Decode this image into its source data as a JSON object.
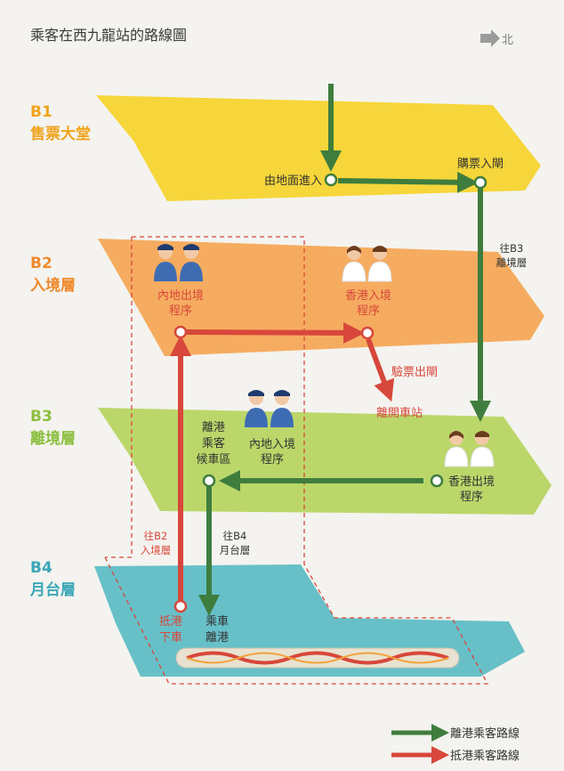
{
  "title": "乘客在西九龍站的路線圖",
  "north": {
    "label": "北"
  },
  "colors": {
    "b1": "#f6d63a",
    "b2": "#f6a857",
    "b3": "#b7d562",
    "b4": "#67c0c8",
    "departure": "#3f7d3e",
    "arrival": "#d7473b",
    "b1_text": "#f0a31c",
    "b2_text": "#ef8a2c",
    "b3_text": "#8cbf3f",
    "b4_text": "#3aa6b8",
    "dashed": "#d7473b"
  },
  "levels": [
    {
      "code": "B1",
      "name": "售票大堂"
    },
    {
      "code": "B2",
      "name": "入境層"
    },
    {
      "code": "B3",
      "name": "離境層"
    },
    {
      "code": "B4",
      "name": "月台層"
    }
  ],
  "nodes": {
    "enter_ground": "由地面進入",
    "buy_ticket": "購票入閘",
    "to_b3_line1": "往B3",
    "to_b3_line2": "離境層",
    "mainland_arrival_line1": "內地出境",
    "mainland_arrival_line2": "程序",
    "hk_arrival_line1": "香港入境",
    "hk_arrival_line2": "程序",
    "ticket_exit": "驗票出閘",
    "leave_station": "離開車站",
    "waiting_line1": "離港",
    "waiting_line2": "乘客",
    "waiting_line3": "候車區",
    "mainland_departure_line1": "內地入境",
    "mainland_departure_line2": "程序",
    "hk_departure_line1": "香港出境",
    "hk_departure_line2": "程序",
    "to_b2_line1": "往B2",
    "to_b2_line2": "入境層",
    "to_b4_line1": "往B4",
    "to_b4_line2": "月台層",
    "arrive_line1": "抵港",
    "arrive_line2": "下車",
    "board_line1": "乘車",
    "board_line2": "離港"
  },
  "legend": {
    "departure": "離港乘客路線",
    "arrival": "抵港乘客路線"
  },
  "icons": {
    "people": "officer-pair-icon",
    "arrow": "north-arrow-icon",
    "train": "train-icon"
  }
}
